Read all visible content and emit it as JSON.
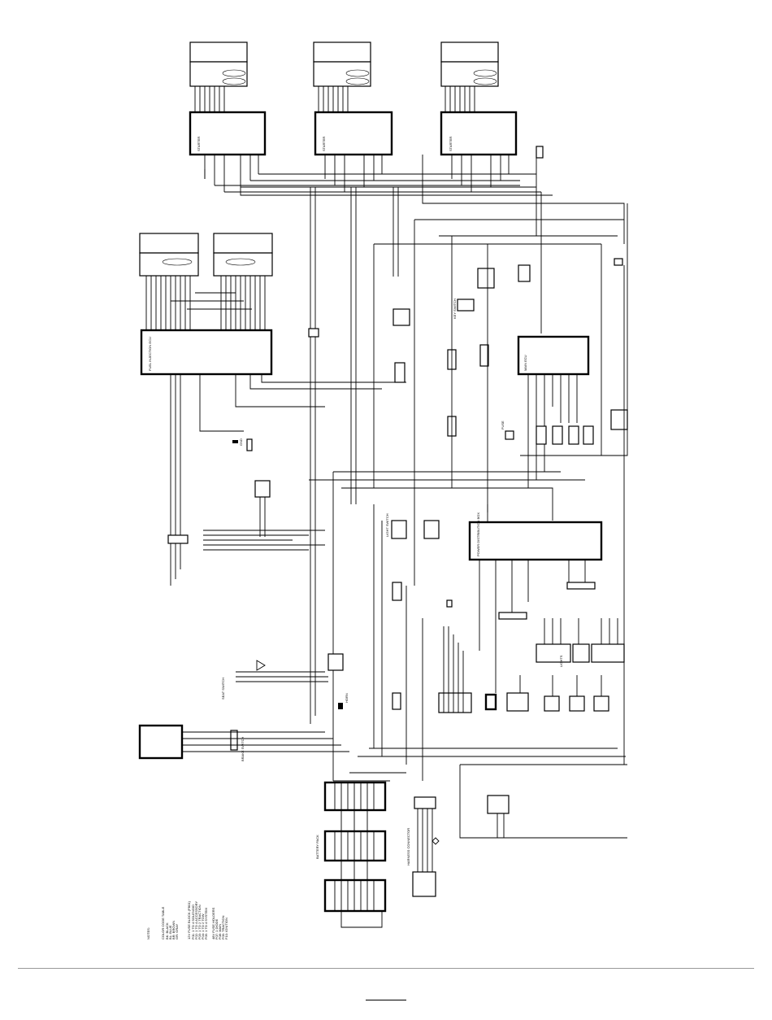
{
  "diagram": {
    "type": "wiring-schematic",
    "orientation": "rotated-90",
    "top_connectors": [
      {
        "label": "STARTER"
      },
      {
        "label": "STARTER"
      },
      {
        "label": "STARTER"
      }
    ],
    "upper_left_module": {
      "label": "FUEL INJECTION ECU"
    },
    "right_module": {
      "label": "MAIN ECU"
    },
    "central_module": {
      "label": "POWER DISTRIBUTION BOX"
    },
    "notes_title": "NOTES:",
    "notes_lines": [
      "COLOR CODE TABLE",
      "BK: BLACK",
      "BL: BLUE",
      "BR: BROWN",
      "GR: GRAY",
      "12V FUSE BLOCK (FB01)",
      "F01: 1 TO 4 SOLENOID",
      "F02: 1 TO 4 ACCESSORY",
      "F03: 1 TO 2 TRACTION",
      "F04: 1 TO 2 TOW",
      "F05: 1 TO 4 SYSTEM",
      "48V FUSE HOLDERS",
      "F07: 1 DIODE",
      "F08: MAIN",
      "F09: TRACTION",
      "F10: IGNITION"
    ],
    "labels": {
      "harness_connector": "HARNESS CONNECTOR",
      "battery_pack": "BATTERY PACK",
      "ground": "GND",
      "key_switch": "KEY SWITCH",
      "light_switch": "LIGHT SWITCH",
      "horn": "HORN",
      "seat_switch": "SEAT SWITCH",
      "brake_switch": "BRAKE SWITCH",
      "lights": "LIGHTS",
      "fuse": "FUSE"
    }
  },
  "footer": {
    "page_number": ""
  }
}
